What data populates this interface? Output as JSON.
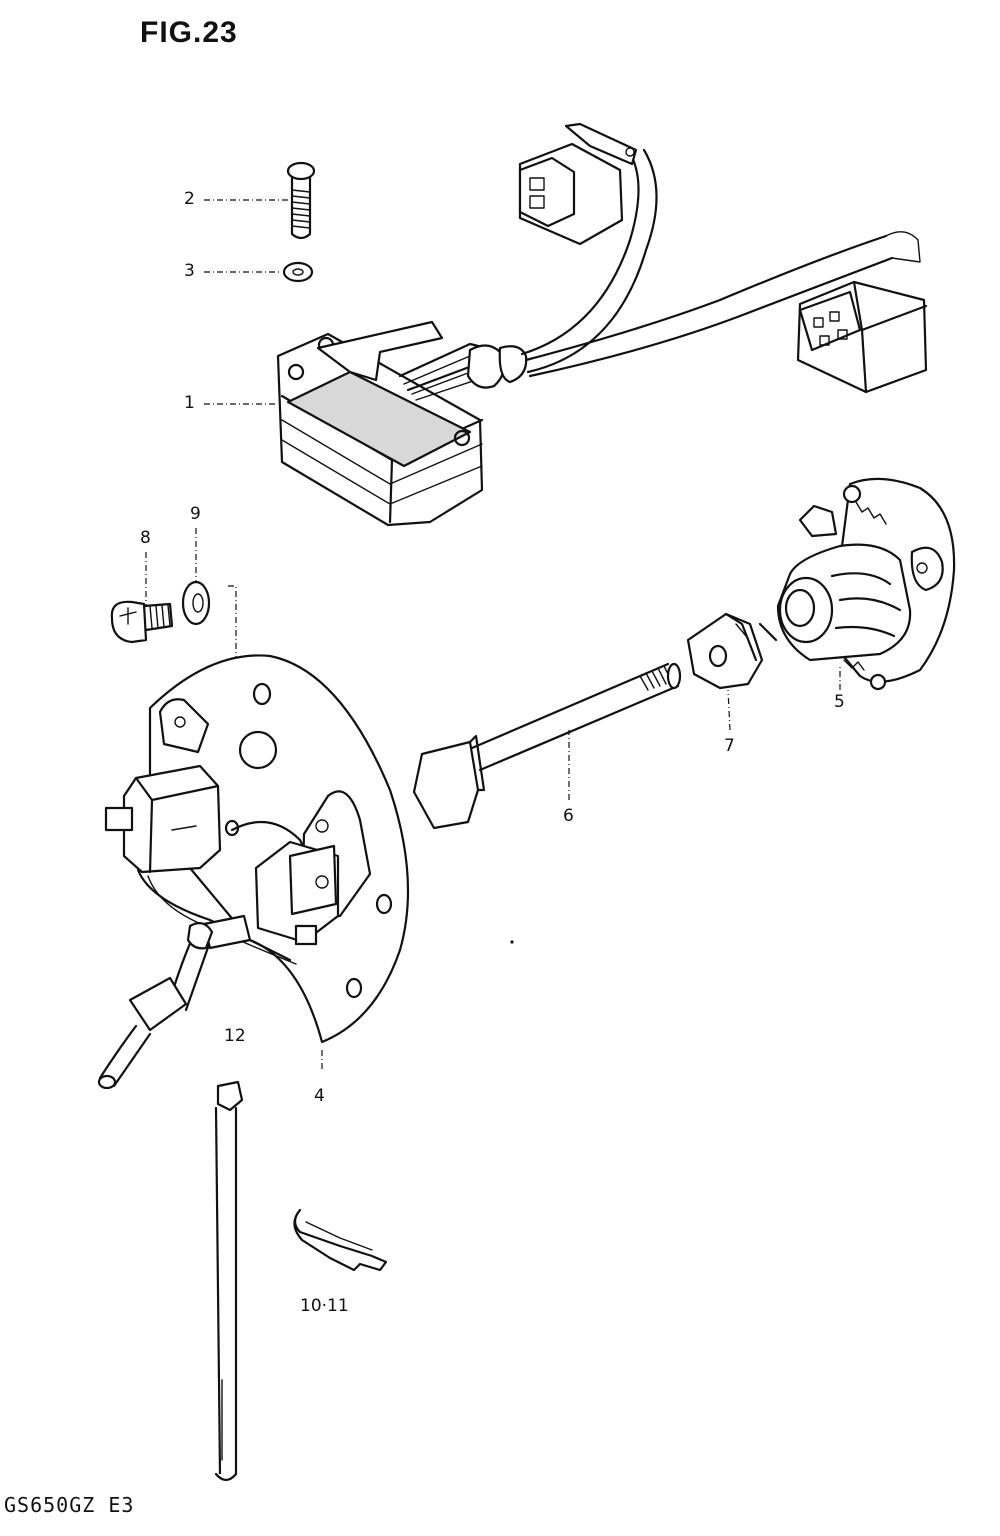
{
  "figure": {
    "title": "FIG.23",
    "model_code": "GS650GZ  E3"
  },
  "callouts": {
    "c1": "1",
    "c2": "2",
    "c3": "3",
    "c4": "4",
    "c5": "5",
    "c6": "6",
    "c7": "7",
    "c8": "8",
    "c9": "9",
    "c10_11": "10·11",
    "c12": "12"
  }
}
